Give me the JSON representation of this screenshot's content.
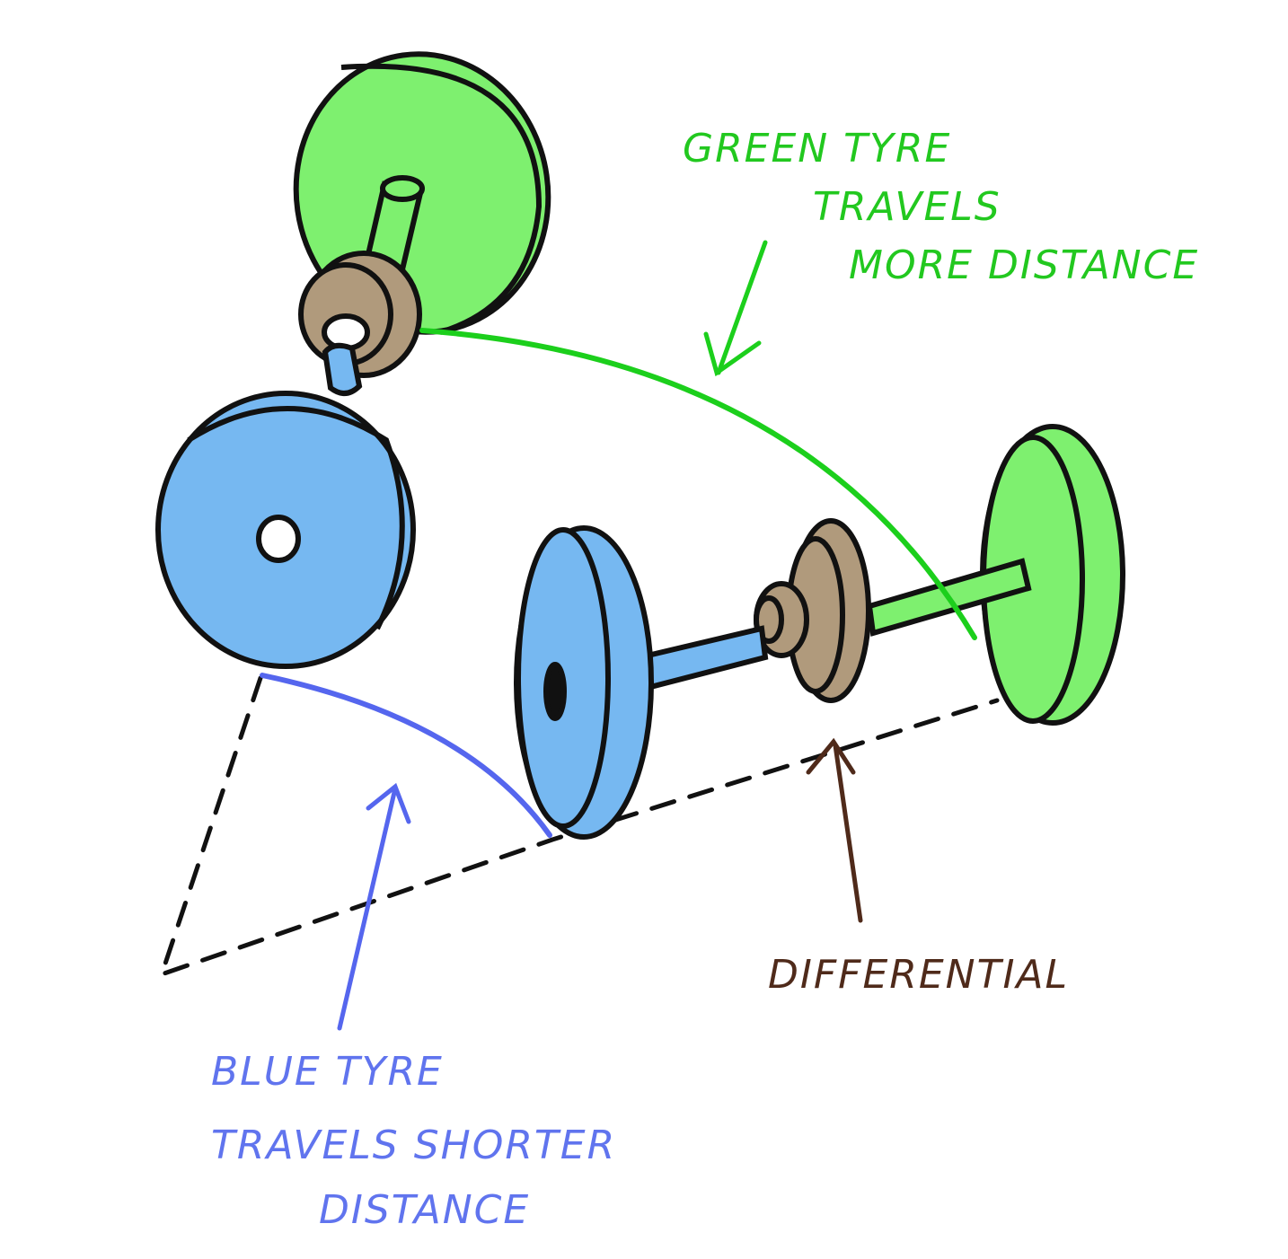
{
  "colors": {
    "green_tyre": "#7ef06f",
    "green_line": "#1ccf1c",
    "green_text": "#22c81f",
    "blue_tyre": "#76b8f1",
    "blue_line": "#5566ee",
    "blue_text": "#6074ee",
    "differential": "#b09a7c",
    "differential_text": "#4f2a1a",
    "outline": "#111111"
  },
  "annotations": {
    "green": {
      "line1": "GREEN TYRE",
      "line2": "TRAVELS",
      "line3": "MORE DISTANCE"
    },
    "blue": {
      "line1": "BLUE TYRE",
      "line2": "TRAVELS SHORTER",
      "line3": "DISTANCE"
    },
    "differential": {
      "label": "DIFFERENTIAL"
    }
  }
}
